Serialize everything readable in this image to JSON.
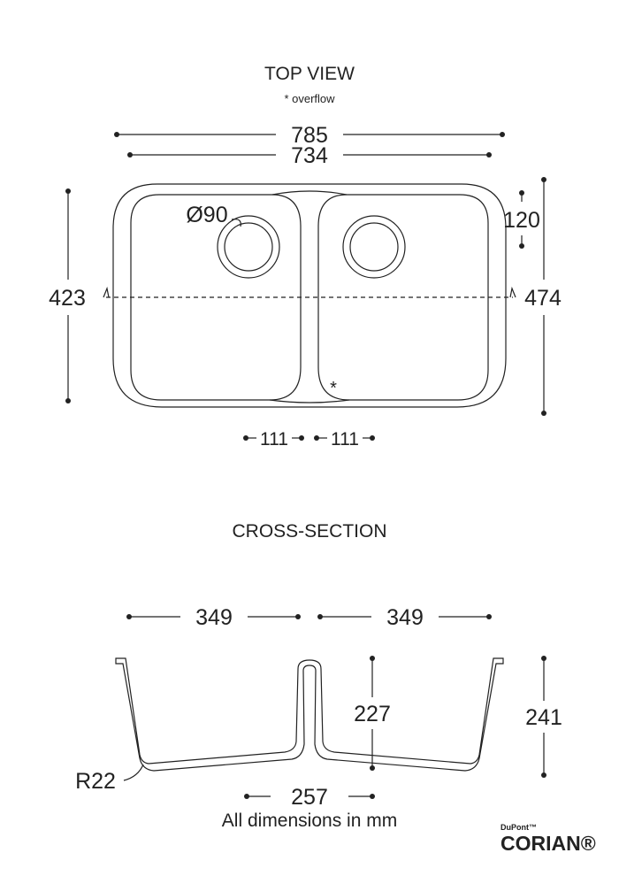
{
  "top_view": {
    "title": "TOP VIEW",
    "note": "* overflow",
    "overflow_marker": "*",
    "dims": {
      "overall_length": "785",
      "inner_length": "734",
      "overall_width": "423",
      "outer_width": "474",
      "drain_offset": "120",
      "drain_diameter": "Ø90",
      "bowl_gap_left": "111",
      "bowl_gap_right": "111"
    }
  },
  "cross_section": {
    "title": "CROSS-SECTION",
    "dims": {
      "left_bowl": "349",
      "right_bowl": "349",
      "bowl_depth": "227",
      "total_depth": "241",
      "radius": "R22",
      "bottom_width": "257"
    }
  },
  "footer": {
    "units_note": "All dimensions in mm",
    "brand_small": "DuPont™",
    "brand_large": "CORIAN®"
  }
}
